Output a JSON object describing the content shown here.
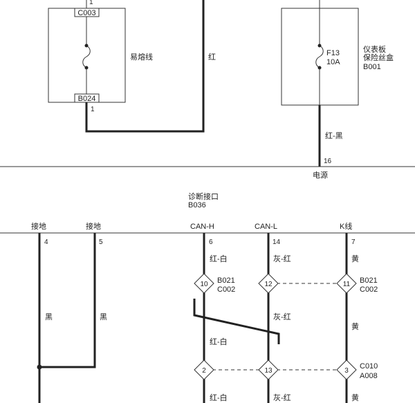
{
  "fuse_left": {
    "top_connector": "C003",
    "bottom_connector": "B024",
    "pin_top": "1",
    "pin_bottom": "1",
    "label": "易熔线"
  },
  "wire_red": "红",
  "fuse_right": {
    "id": "F13",
    "rating": "10A",
    "label_line1": "仪表板",
    "label_line2": "保险丝盒",
    "connector": "B001"
  },
  "wire_red_black": "红-黑",
  "pin_16": "16",
  "power_label": "电源",
  "diag": {
    "name": "诊断接口",
    "id": "B036"
  },
  "columns": {
    "gnd1": {
      "label": "接地",
      "pin": "4",
      "wire": "黑"
    },
    "gnd2": {
      "label": "接地",
      "pin": "5",
      "wire": "黑"
    },
    "canh": {
      "label": "CAN-H",
      "pin": "6",
      "wire_top": "红-白",
      "wire_mid": "红-白",
      "wire_bottom": "红-白"
    },
    "canl": {
      "label": "CAN-L",
      "pin": "14",
      "wire_top": "灰-红",
      "wire_mid": "灰-红",
      "wire_bottom": "灰-红"
    },
    "kline": {
      "label": "K线",
      "pin": "7",
      "wire_top": "黄",
      "wire_mid": "黄",
      "wire_bottom": "黄"
    }
  },
  "connectors": {
    "row1": {
      "canh_pin": "10",
      "canl_pin": "12",
      "kline_pin": "11",
      "left_line1": "B021",
      "left_line2": "C002",
      "right_line1": "B021",
      "right_line2": "C002"
    },
    "row2": {
      "canh_pin": "2",
      "canl_pin": "13",
      "kline_pin": "3",
      "right_line1": "C010",
      "right_line2": "A008"
    }
  }
}
